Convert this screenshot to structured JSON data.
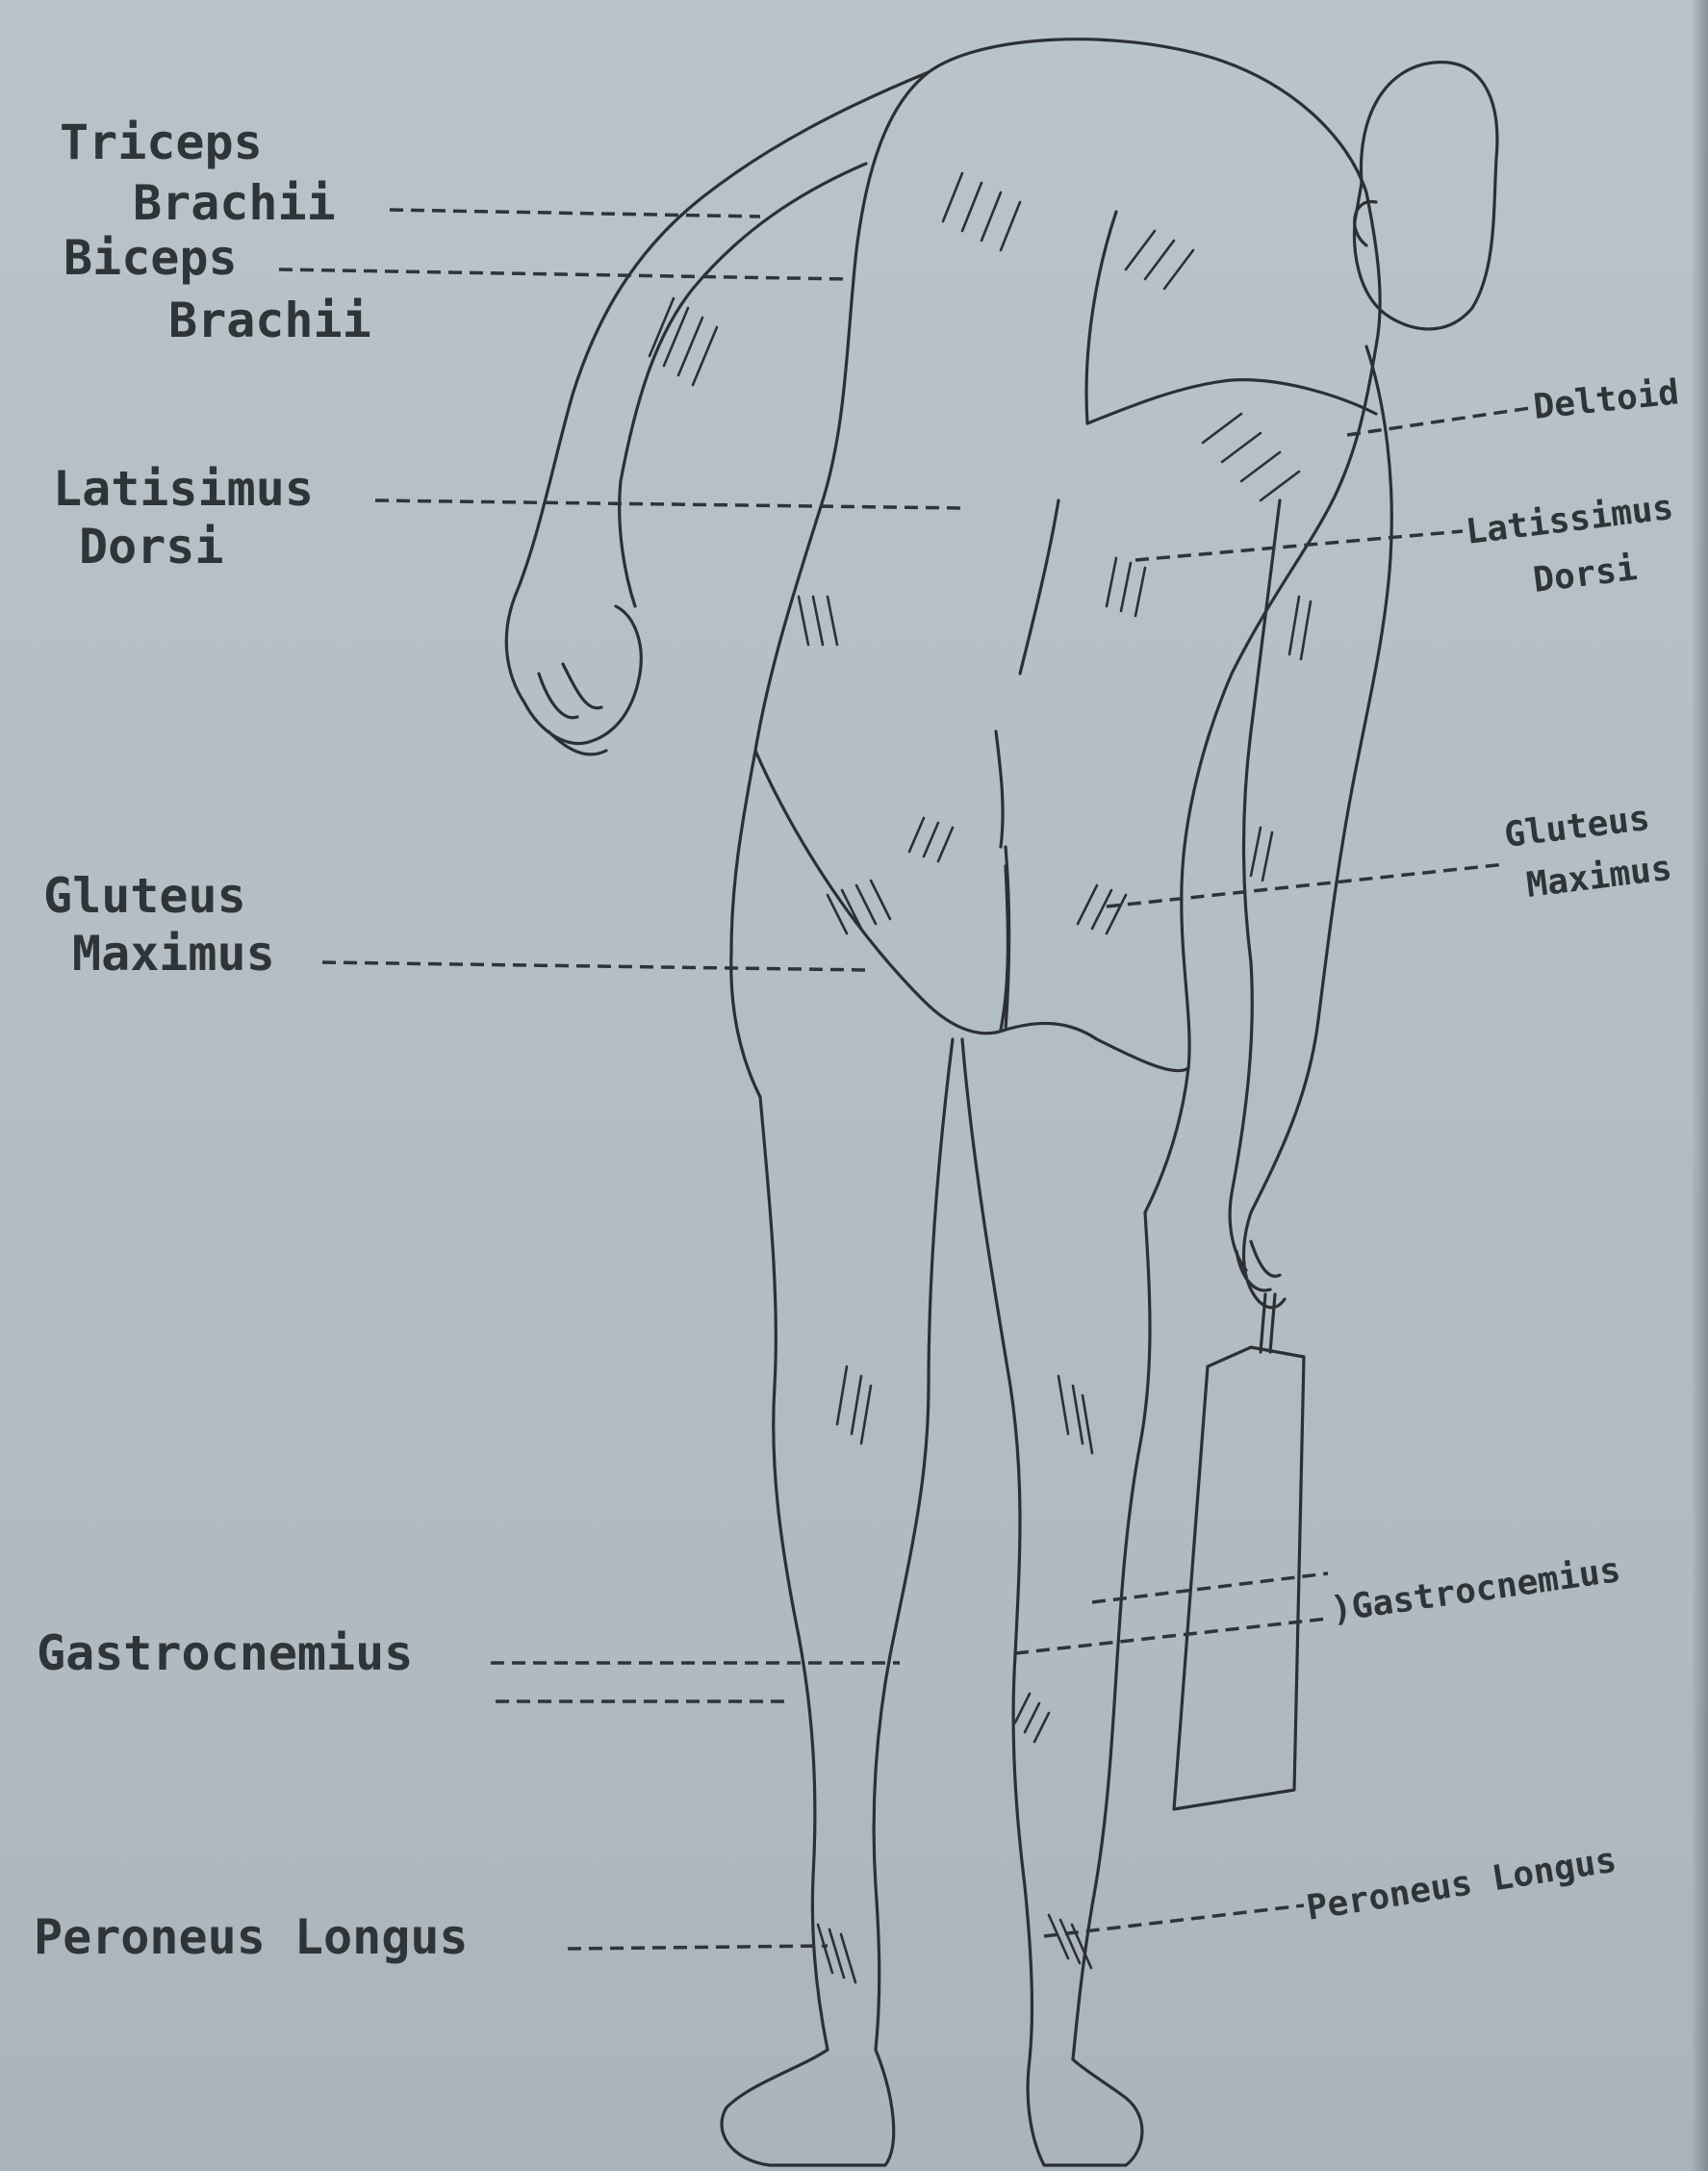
{
  "labels": {
    "left": {
      "triceps_line1": "Triceps",
      "triceps_line2": "Brachii",
      "biceps_line1": "Biceps",
      "biceps_line2": "Brachii",
      "latissimus_line1": "Latisimus",
      "latissimus_line2": "Dorsi",
      "gluteus_line1": "Gluteus",
      "gluteus_line2": "Maximus",
      "gastrocnemius": "Gastrocnemius",
      "peroneus": "Peroneus Longus"
    },
    "right": {
      "deltoid": "Deltoid",
      "latissimus_line1": "Latissimus",
      "latissimus_line2": "Dorsi",
      "gluteus_line1": "Gluteus",
      "gluteus_line2": "Maximus",
      "gastrocnemius": ")Gastrocnemius",
      "peroneus": "Peroneus Longus"
    }
  },
  "colors": {
    "paper": "#b7c2c8",
    "ink": "#2f3438"
  }
}
